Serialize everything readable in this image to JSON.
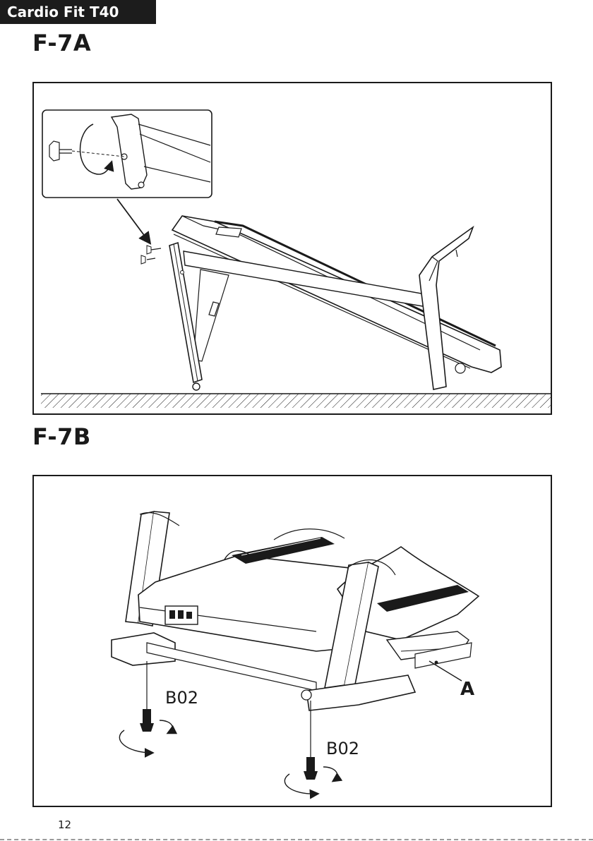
{
  "header": {
    "brand": "Cardio Fit T40"
  },
  "figures": [
    {
      "title": "F-7A"
    },
    {
      "title": "F-7B",
      "labels": {
        "bolt_left": "B02",
        "bolt_right": "B02",
        "part": "A"
      }
    }
  ],
  "footer": {
    "page_number": "12"
  },
  "colors": {
    "ink": "#1a1a1a",
    "tab_background": "#1c1c1c",
    "tab_text": "#ffffff"
  }
}
